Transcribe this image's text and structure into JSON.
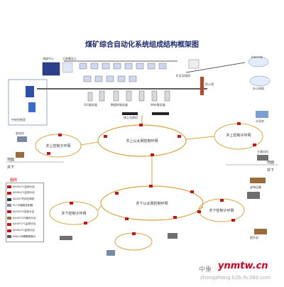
{
  "title": "煤矿综合自动化系统组成结构框架图",
  "rings": {
    "upper": "井上以太网控制环网",
    "lower": "井下以太网控制环网",
    "left_top": "井上控制子环网",
    "right_top": "井上控制子环网",
    "left_bottom": "井下控制子环网",
    "right_bottom": "井下控制子环网"
  },
  "zones": {
    "ground_left": "地面",
    "underground_left": "井下",
    "ground_right": "地面",
    "underground_right": "井下"
  },
  "labels": {
    "control_center": "中央控制室",
    "dispatch": "调度中心",
    "big_screen": "大屏幕显示",
    "gis": "GIS服务器",
    "db_server": "数据库服务器",
    "web_server": "Web服务器",
    "internet": "Internet",
    "office": "办公网络",
    "firewall": "防火墙",
    "core_switch": "核心交换机",
    "mine_net": "矿区局域网",
    "substation": "变电所",
    "pump": "水泵房",
    "fan": "主通风机",
    "belt": "皮带运输",
    "hoist": "提升机"
  },
  "legend": {
    "title": "图例",
    "items": [
      "KJ95N-F1监测分站",
      "KJ95N-F2监测分站",
      "KJ405T环网交换机",
      "PLC可编程控制器",
      "KJ405T-K控制分站",
      "KJ405T-K3通讯分站",
      "KJ405T-F1监测分站",
      "KJ95N-F1监测分站",
      "KBA12B隔爆摄像仪"
    ]
  },
  "watermark": {
    "cn": "中重",
    "site": "ynmtw.cn",
    "sub": "zhongzhong.b2b.hc360.com"
  },
  "colors": {
    "title": "#1b2a6b",
    "ring": "#d6a640",
    "bus": "#2a2a2a",
    "node_red": "#c0151c",
    "watermark": "#d1001f"
  }
}
